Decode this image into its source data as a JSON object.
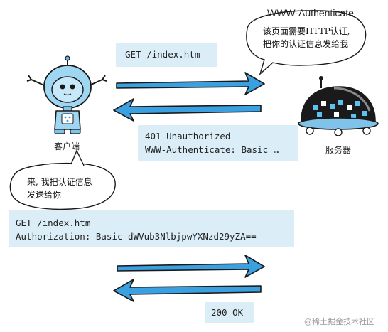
{
  "header": {
    "title": "WWW-Authenticate"
  },
  "server_bubble": {
    "line1": "该页面需要HTTP认证,",
    "line2": "把你的认证信息发给我"
  },
  "client_bubble": {
    "line1": "来, 我把认证信息",
    "line2": "发送给你"
  },
  "messages": {
    "req1": "GET /index.htm",
    "resp1_line1": "401 Unauthorized",
    "resp1_line2": "WWW-Authenticate: Basic …",
    "req2_line1": "GET /index.htm",
    "req2_line2": "Authorization: Basic dWVub3NlbjpwYXNzd29yZA==",
    "resp2": "200 OK"
  },
  "labels": {
    "client": "客户端",
    "server": "服务器"
  },
  "watermark": "@稀土掘金技术社区",
  "colors": {
    "panel": "#dbeef7",
    "arrow": "#3aa0e0",
    "arrow_outline": "#1a1a1a"
  }
}
